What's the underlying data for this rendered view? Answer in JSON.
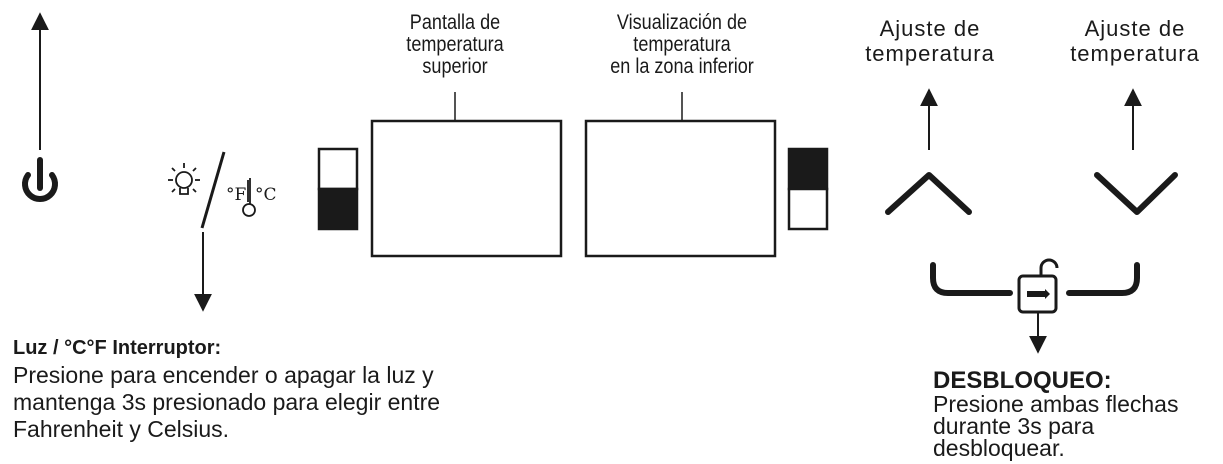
{
  "labels": {
    "upper_display": [
      "Pantalla de",
      "temperatura",
      "superior"
    ],
    "lower_display": [
      "Visualización de",
      "temperatura",
      "en la zona inferior"
    ],
    "temp_up": [
      "Ajuste de",
      "temperatura"
    ],
    "temp_down": [
      "Ajuste de",
      "temperatura"
    ]
  },
  "light_switch": {
    "title": "Luz / °C°F Interruptor:",
    "lines": [
      "Presione para encender o apagar la luz y",
      "mantenga 3s presionado para elegir entre",
      "Fahrenheit y Celsius."
    ],
    "unit_f": "°F",
    "unit_c": "°C"
  },
  "unlock": {
    "title": "DESBLOQUEO:",
    "lines": [
      "Presione ambas flechas",
      "durante 3s para",
      "desbloquear."
    ]
  },
  "icons": [
    "power-icon",
    "light-bulb-icon",
    "thermometer-icon",
    "up-arrow-icon",
    "down-arrow-icon",
    "unlock-icon",
    "zone-indicator-icon"
  ],
  "colors": {
    "ink": "#1a1a1a"
  }
}
